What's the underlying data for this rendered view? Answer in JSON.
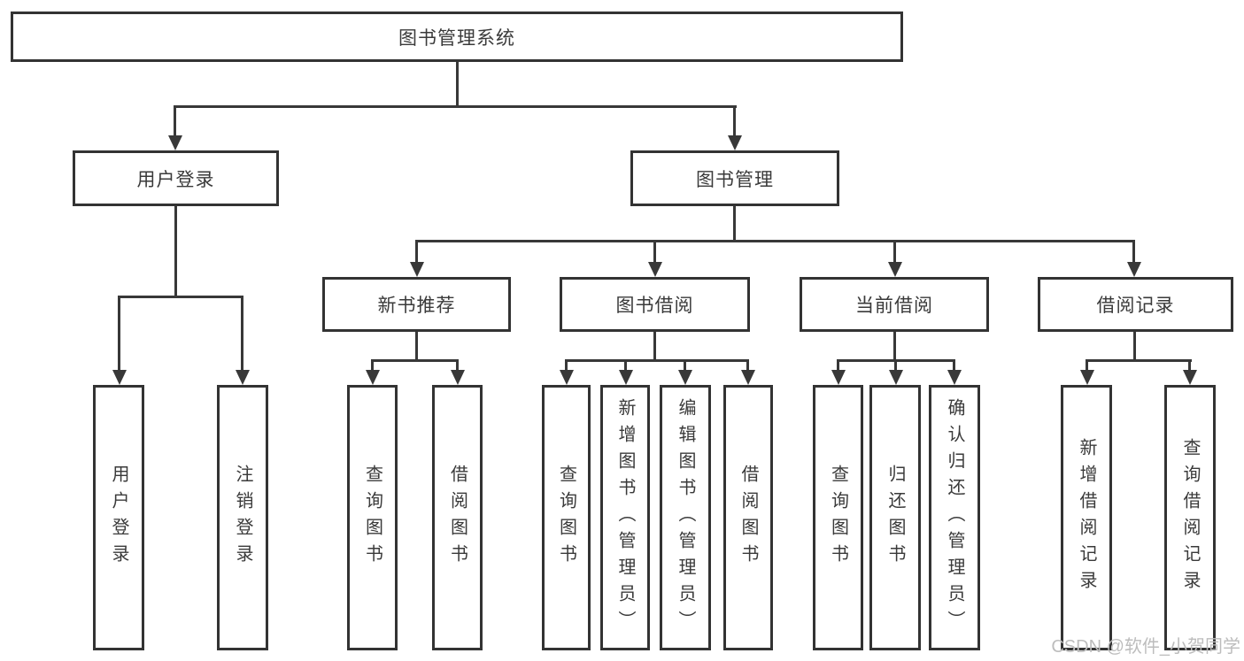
{
  "tree": {
    "root": {
      "label": "图书管理系统"
    },
    "branches": [
      {
        "label": "用户登录",
        "children": [
          "用户登录",
          "注销登录"
        ]
      },
      {
        "label": "图书管理",
        "sections": [
          {
            "label": "新书推荐",
            "children": [
              "查询图书",
              "借阅图书"
            ]
          },
          {
            "label": "图书借阅",
            "children": [
              "查询图书",
              "新增图书（管理员）",
              "编辑图书（管理员）",
              "借阅图书"
            ]
          },
          {
            "label": "当前借阅",
            "children": [
              "查询图书",
              "归还图书",
              "确认归还（管理员）"
            ]
          },
          {
            "label": "借阅记录",
            "children": [
              "新增借阅记录",
              "查询借阅记录"
            ]
          }
        ]
      }
    ]
  },
  "watermark": {
    "text": "CSDN @软件_小贺同学"
  },
  "colors": {
    "line": "#383838",
    "border": "#333333",
    "text": "#3a3a3a",
    "background": "#ffffff",
    "watermark": "#bdbdbd"
  }
}
